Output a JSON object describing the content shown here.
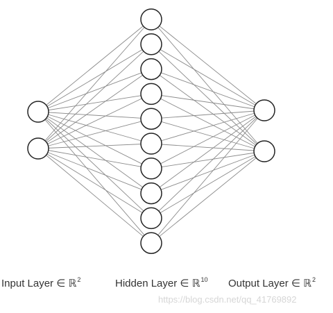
{
  "layers": [
    {
      "id": "input",
      "label": "Input Layer ∈ ℝ",
      "dim": "2",
      "size": 2
    },
    {
      "id": "hidden",
      "label": "Hidden Layer ∈ ℝ",
      "dim": "10",
      "size": 10
    },
    {
      "id": "output",
      "label": "Output Layer ∈ ℝ",
      "dim": "2",
      "size": 2
    }
  ],
  "watermark": "https://blog.csdn.net/qq_41769892",
  "colors": {
    "edge": "#8a8a8a",
    "node_stroke": "#222222",
    "node_fill": "#ffffff"
  }
}
